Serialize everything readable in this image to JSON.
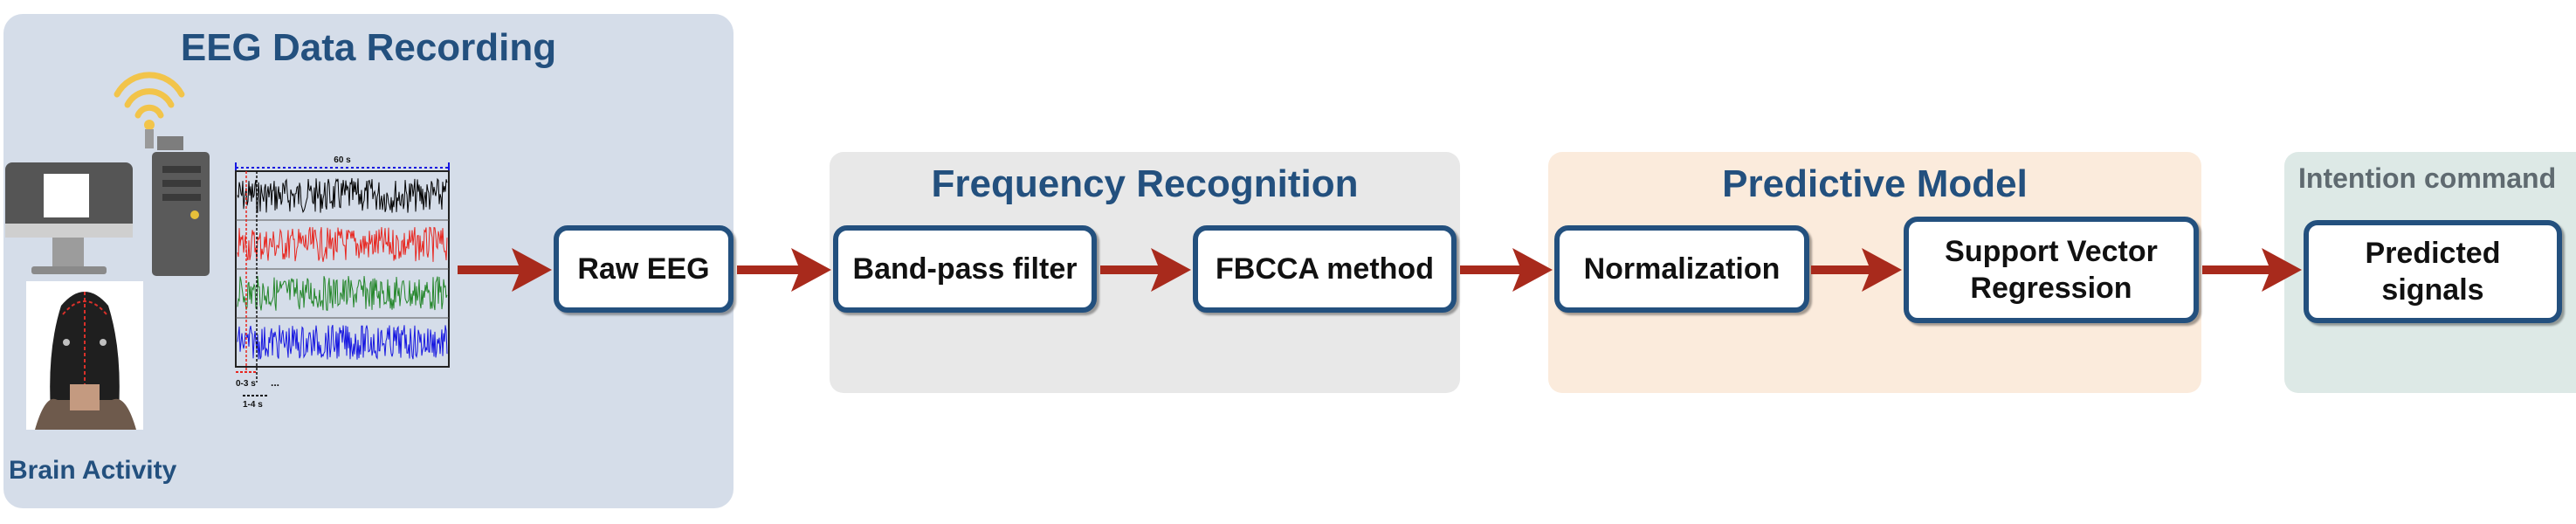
{
  "panels": {
    "eeg": {
      "title": "EEG Data Recording",
      "subtitle": "Brain Activity",
      "color": "#d5dde9"
    },
    "freq": {
      "title": "Frequency Recognition",
      "color": "#e8e8e8"
    },
    "pred": {
      "title": "Predictive Model",
      "color": "#fbebdc"
    },
    "intent": {
      "title": "Intention command",
      "color": "#dde9e6"
    }
  },
  "eeg_plot": {
    "duration_label": "60 s",
    "window1_label": "0-3 s",
    "window2_label": "1-4 s",
    "ellipsis": "...",
    "trace_colors": [
      "#000000",
      "#e8261f",
      "#24862a",
      "#1616e0"
    ]
  },
  "boxes": {
    "raw_eeg": "Raw EEG",
    "bandpass": "Band-pass filter",
    "fbcca": "FBCCA method",
    "normalization": "Normalization",
    "svr": "Support Vector\nRegression",
    "predicted": "Predicted\nsignals"
  },
  "colors": {
    "accent": "#23507e",
    "arrow": "#a82a1c"
  }
}
